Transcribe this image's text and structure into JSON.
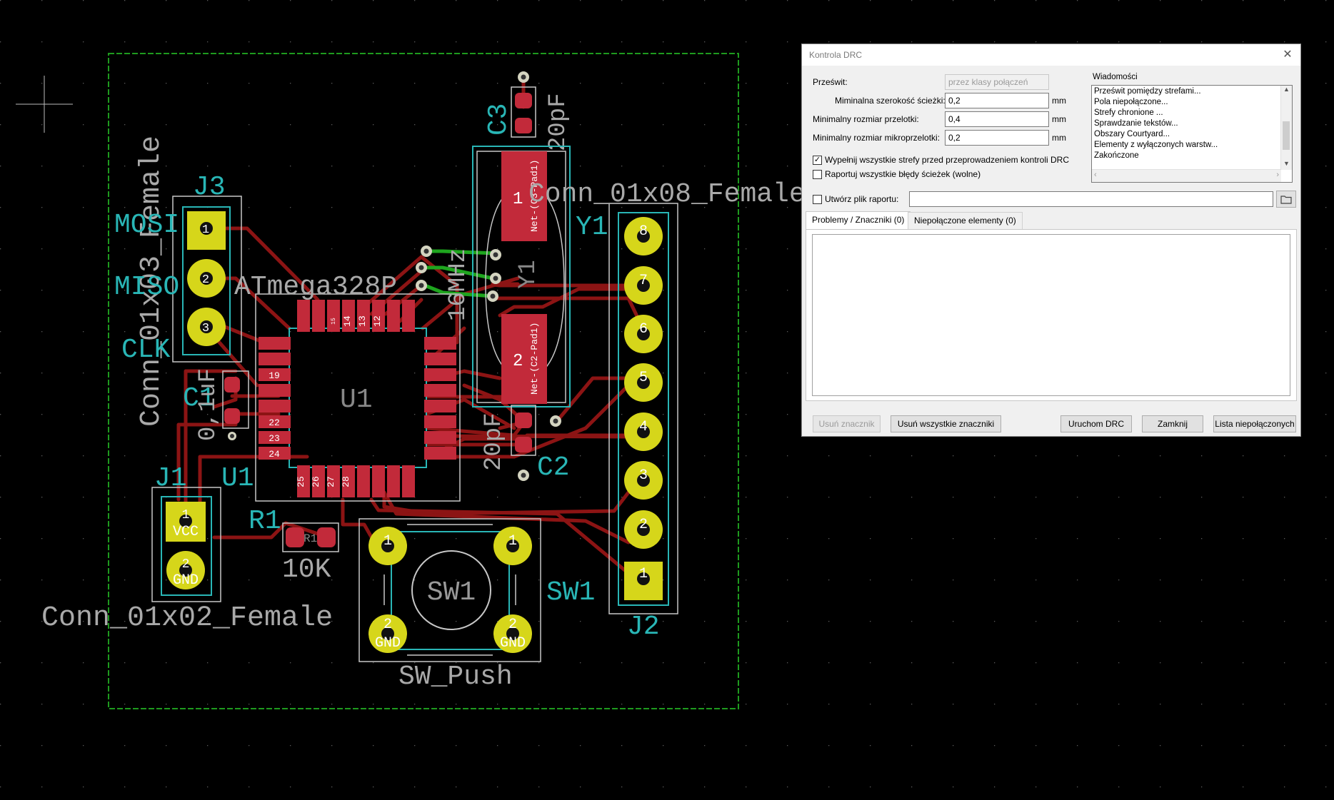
{
  "pcb": {
    "colors": {
      "edge": "#1e9a1e",
      "track": "#8c1414",
      "pad": "#c22a3a",
      "via": "#d4d4c0",
      "silk": "#c7c7c7",
      "fab": "#29b6b6",
      "thru_pad": "#d6d61a",
      "green_track": "#1ea51e"
    },
    "labels": {
      "conn_01x03": "Conn_01x03_Female",
      "j3": "J3",
      "mosi": "MOSI",
      "miso": "MISO",
      "clk": "CLK",
      "atmega": "ATmega328P",
      "c1": "C1",
      "c1_val": "0,1uF",
      "u1_silk": "U1",
      "u1_fab": "U1",
      "c3": "C3",
      "c3_val": "20pF",
      "y1": "Y1",
      "y1_val": "16MHz",
      "y1_fab": "Y1",
      "conn_01x08": "Conn_01x08_Female",
      "c2": "C2",
      "c2_val": "20pF",
      "j1": "J1",
      "r1": "R1",
      "r1_fab": "R1",
      "r1_val": "10K",
      "conn_01x02": "Conn_01x02_Female",
      "sw1_fab": "SW1",
      "sw1": "SW1",
      "sw_push": "SW_Push",
      "j2": "J2",
      "net_c3": "Net-(C3-Pad1)",
      "net_c2": "Net-(C2-Pad1)",
      "vcc": "VCC",
      "gnd": "GND"
    },
    "pin_numbers": {
      "top_row": [
        "15",
        "14",
        "13",
        "12"
      ],
      "left_col": [
        "19",
        "22",
        "23",
        "24"
      ],
      "bottom_row": [
        "25",
        "26",
        "27",
        "28"
      ],
      "j2": [
        "8",
        "7",
        "6",
        "5",
        "4",
        "3",
        "2",
        "1"
      ],
      "j3": [
        "1",
        "2",
        "3"
      ],
      "j1": [
        "1",
        "2"
      ],
      "sw": [
        "1",
        "1",
        "2",
        "2"
      ],
      "xtal": [
        "1",
        "2"
      ]
    }
  },
  "dialog": {
    "title": "Kontrola DRC",
    "clearance_label": "Prześwit:",
    "clearance_value": "przez klasy połączeń",
    "min_track_label": "Miminalna szerokość ścieżki:",
    "min_track_value": "0,2",
    "min_via_label": "Minimalny rozmiar przelotki:",
    "min_via_value": "0,4",
    "min_microvia_label": "Minimalny rozmiar mikroprzelotki:",
    "min_microvia_value": "0,2",
    "unit": "mm",
    "fill_zones_label": "Wypełnij wszystkie strefy przed przeprowadzeniem kontroli DRC",
    "report_tracks_label": "Raportuj wszystkie błędy ścieżek (wolne)",
    "report_file_label": "Utwórz plik raportu:",
    "report_file_value": "",
    "messages_label": "Wiadomości",
    "messages": [
      "Prześwit pomiędzy strefami...",
      "Pola niepołączone...",
      "Strefy chronione ...",
      "Sprawdzanie tekstów...",
      "Obszary Courtyard...",
      "Elementy z wyłączonych warstw...",
      "Zakończone"
    ],
    "tab_problems": "Problemy / Znaczniki (0)",
    "tab_unconnected": "Niepołączone elementy (0)",
    "btn_delete_marker": "Usuń znacznik",
    "btn_delete_all": "Usuń wszystkie znaczniki",
    "btn_run": "Uruchom DRC",
    "btn_close": "Zamknij",
    "btn_unconnected": "Lista niepołączonych"
  }
}
